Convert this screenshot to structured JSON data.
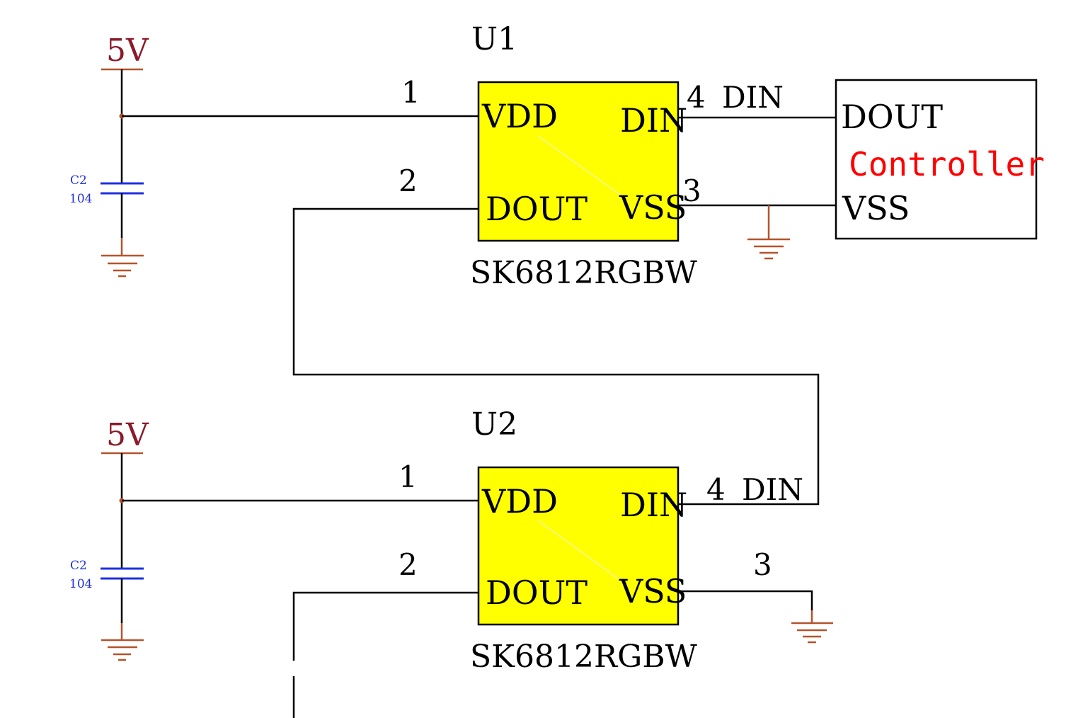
{
  "colors": {
    "wire": "#000000",
    "chip_fill": "#ffff00",
    "power_symbol": "#b5532a",
    "power_label": "#8b1a2a",
    "capacitor": "#2030e0",
    "controller_label": "#ff0000"
  },
  "chips": [
    {
      "ref": "U1",
      "part": "SK6812RGBW",
      "pins": {
        "vdd": {
          "num": "1",
          "name": "VDD"
        },
        "dout": {
          "num": "2",
          "name": "DOUT"
        },
        "din": {
          "num": "4",
          "name": "DIN"
        },
        "vss": {
          "num": "3",
          "name": "VSS"
        }
      },
      "din_net": "DIN"
    },
    {
      "ref": "U2",
      "part": "SK6812RGBW",
      "pins": {
        "vdd": {
          "num": "1",
          "name": "VDD"
        },
        "dout": {
          "num": "2",
          "name": "DOUT"
        },
        "din": {
          "num": "4",
          "name": "DIN"
        },
        "vss": {
          "num": "3",
          "name": "VSS"
        }
      },
      "din_net": "DIN"
    }
  ],
  "power": [
    {
      "label": "5V",
      "cap_ref": "C2",
      "cap_value": "104"
    },
    {
      "label": "5V",
      "cap_ref": "C2",
      "cap_value": "104"
    }
  ],
  "controller": {
    "label": "Controller",
    "pin_dout": "DOUT",
    "pin_vss": "VSS"
  }
}
